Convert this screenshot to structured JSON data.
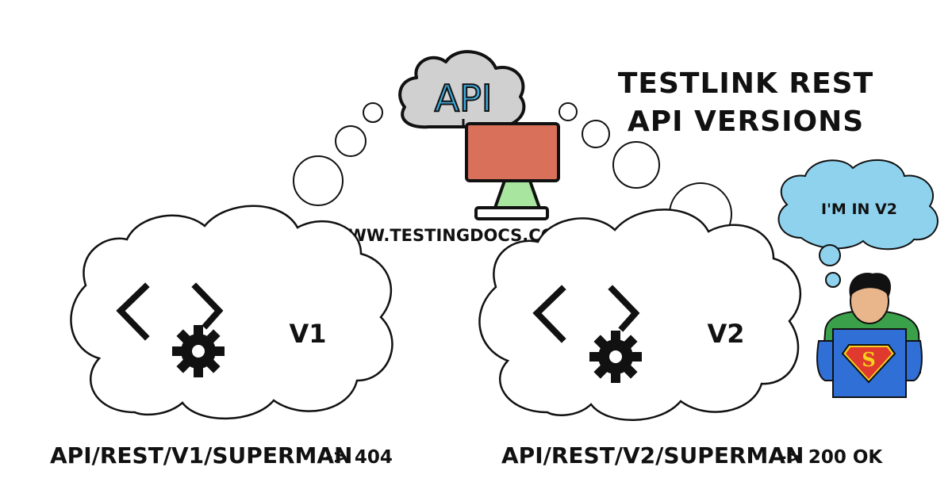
{
  "title_line1": "TESTLINK REST",
  "title_line2": "API VERSIONS",
  "cloud_label": "API",
  "website": "WWW.TESTINGDOCS.COM",
  "thought_text": "I'M IN V2",
  "v1_label": "V1",
  "v2_label": "V2",
  "v1_endpoint": "API/REST/V1/SUPERMAN",
  "v1_result": "-> 404",
  "v2_endpoint": "API/REST/V2/SUPERMAN",
  "v2_result": "-> 200 OK",
  "colors": {
    "monitor_screen": "#d9705a",
    "monitor_stand": "#a8e6a0",
    "api_cloud": "#d0d0d0",
    "api_text": "#3fa8d8",
    "thought_cloud": "#8ed2ee",
    "hero_suit": "#2f6fd6",
    "hero_emblem": "#e03a2f",
    "hero_yellow": "#f6d21c",
    "hero_cape_neck": "#3aa14a"
  },
  "icons": [
    "api-cloud-icon",
    "monitor-icon",
    "code-brackets-icon",
    "gear-icon",
    "superman-icon"
  ]
}
